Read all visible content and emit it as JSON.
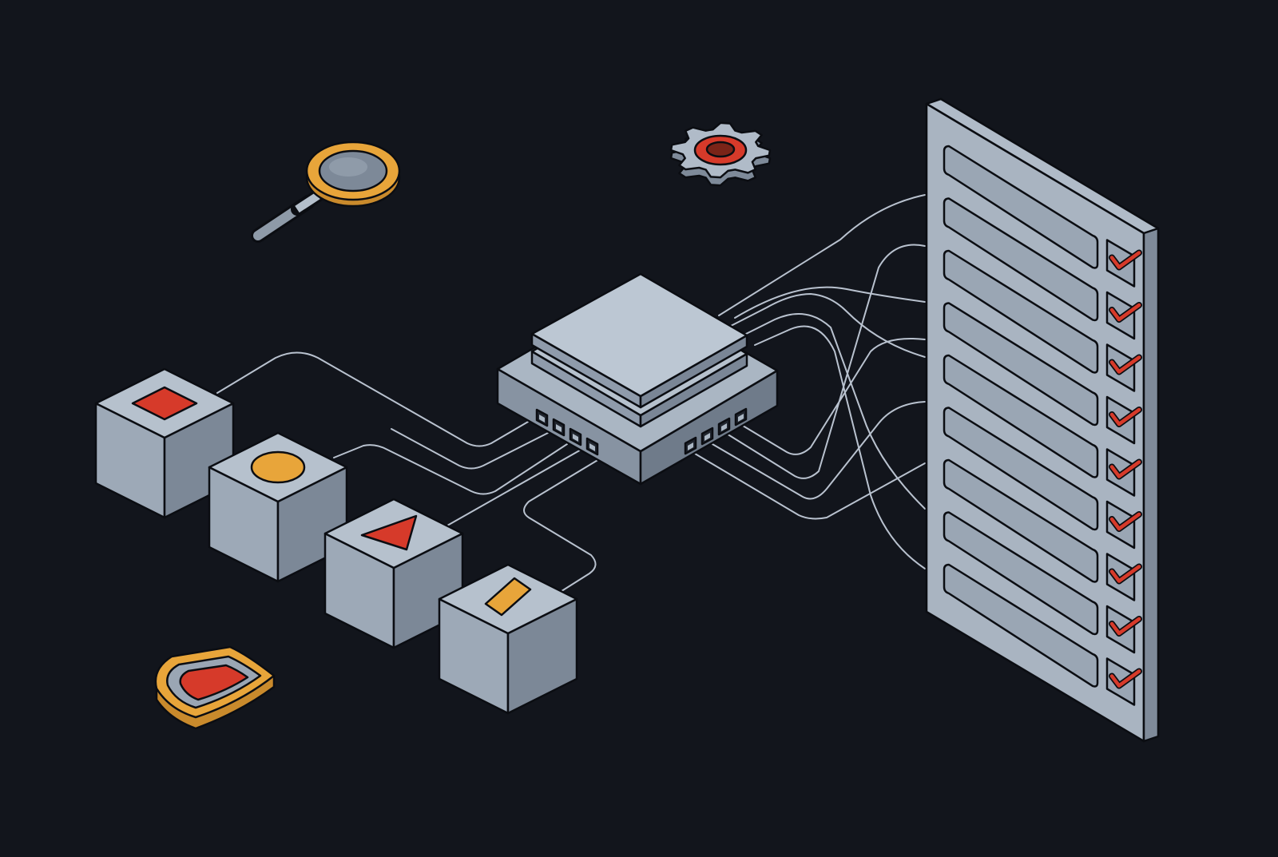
{
  "colors": {
    "background": "#12151c",
    "surface_top": "#b3bfcc",
    "surface_left": "#9aa6b4",
    "surface_right": "#7e8a99",
    "accent_red": "#d63a2a",
    "accent_orange": "#e8a53a",
    "wire": "#b9c2cf",
    "outline": "#0b0d12"
  },
  "icons": {
    "magnifier": "magnifying-glass-icon",
    "gear": "gear-icon",
    "shield": "shield-icon",
    "check": "checkmark-icon"
  },
  "input_blocks": [
    {
      "symbol": "square",
      "color": "#d63a2a"
    },
    {
      "symbol": "circle",
      "color": "#e8a53a"
    },
    {
      "symbol": "triangle",
      "color": "#d63a2a"
    },
    {
      "symbol": "diamond",
      "color": "#e8a53a"
    }
  ],
  "hub": {
    "left_ports": 4,
    "right_ports": 4
  },
  "checklist": {
    "rows": 9,
    "checked": [
      true,
      true,
      true,
      true,
      true,
      true,
      true,
      true,
      true
    ]
  }
}
